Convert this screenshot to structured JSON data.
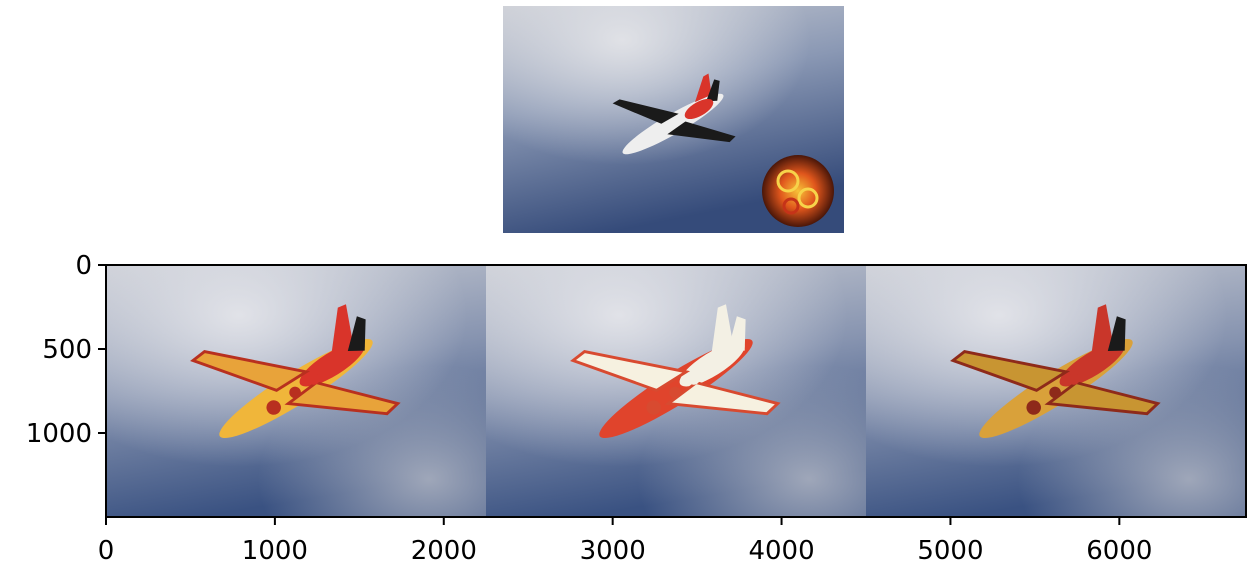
{
  "top_image": {
    "description_icon": "airplane-with-style-patch-icon"
  },
  "chart_data": {
    "type": "image",
    "title": "",
    "xlabel": "",
    "ylabel": "",
    "xlim": [
      0,
      6750
    ],
    "ylim": [
      1500,
      0
    ],
    "x_ticks": [
      0,
      1000,
      2000,
      3000,
      4000,
      5000,
      6000
    ],
    "y_ticks": [
      0,
      500,
      1000
    ],
    "panels": [
      {
        "x_start": 0,
        "x_end": 2250,
        "variant": "stylized-colored"
      },
      {
        "x_start": 2250,
        "x_end": 4500,
        "variant": "stylized-bright"
      },
      {
        "x_start": 4500,
        "x_end": 6750,
        "variant": "stylized-muted"
      }
    ],
    "grid": false
  },
  "colors": {
    "sky_top": "#c9ccd4",
    "sky_bottom": "#3e5584",
    "cloud": "#dfe1e7",
    "plane_red": "#d9342a",
    "plane_yellow": "#f0b63a",
    "plane_dark": "#1a1a1a",
    "plane_white": "#f5f5f5"
  }
}
